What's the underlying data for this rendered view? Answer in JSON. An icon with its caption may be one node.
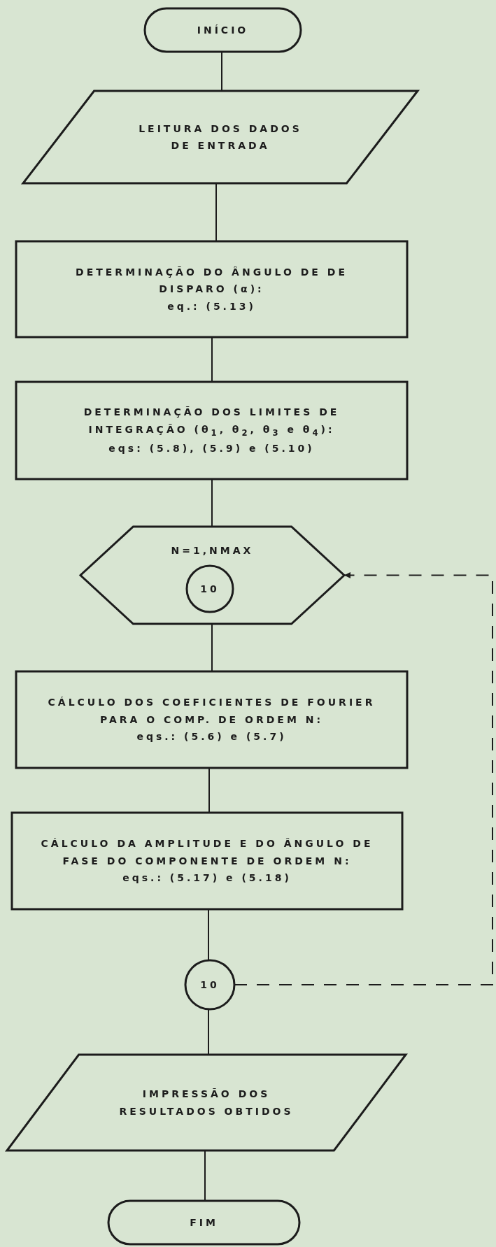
{
  "diagram": {
    "nodes": [
      {
        "text": [
          "INÍCIO"
        ]
      },
      {
        "text": [
          "LEITURA DOS DADOS DE ENTRADA"
        ]
      },
      {
        "text": [
          "DETERMINAÇÃO DO ÂNGULO DE DE DISPARO (α):",
          "eq.: (5.13)"
        ]
      },
      {
        "text": [
          "DETERMINAÇÃO DOS LIMITES DE INTEGRAÇÃO (θ$_{1}$, θ$_{2}$, θ$_{3}$ e θ$_{4}$):",
          "eqs: (5.8), (5.9) e (5.10)"
        ]
      },
      {
        "text": [
          "N=1,NMAX"
        ]
      },
      {
        "text": [
          "10"
        ],
        "in": 4
      },
      {
        "text": [
          "CÁLCULO DOS COEFICIENTES DE FOURIER PARA O COMP. DE ORDEM N:",
          "eqs.: (5.6) e (5.7)"
        ]
      },
      {
        "text": [
          "CÁLCULO DA AMPLITUDE E DO ÂNGULO DE FASE DO COMPONENTE DE ORDEM N:",
          "eqs.: (5.17) e (5.18)"
        ]
      },
      {
        "text": [
          "10"
        ]
      },
      {
        "text": [
          "IMPRESSÃO DOS RESULTADOS OBTIDOS"
        ]
      },
      {
        "text": [
          "FIM"
        ]
      }
    ],
    "edges": [
      {
        "from": 0,
        "to": 1,
        "arrow": "none"
      },
      {
        "from": 1,
        "to": 2,
        "arrow": "none"
      },
      {
        "from": 2,
        "to": 3,
        "arrow": "none"
      },
      {
        "from": 3,
        "to": 4,
        "arrow": "none"
      },
      {
        "from": 4,
        "to": 6,
        "arrow": "none"
      },
      {
        "from": 6,
        "to": 7,
        "arrow": "none"
      },
      {
        "from": 7,
        "to": 8,
        "arrow": "none"
      },
      {
        "from": 8,
        "to": 9,
        "arrow": "none"
      },
      {
        "from": 9,
        "to": 10,
        "arrow": "none"
      },
      {
        "from": 8,
        "to": 4,
        "arrow": "to",
        "style": "dashed"
      }
    ]
  }
}
